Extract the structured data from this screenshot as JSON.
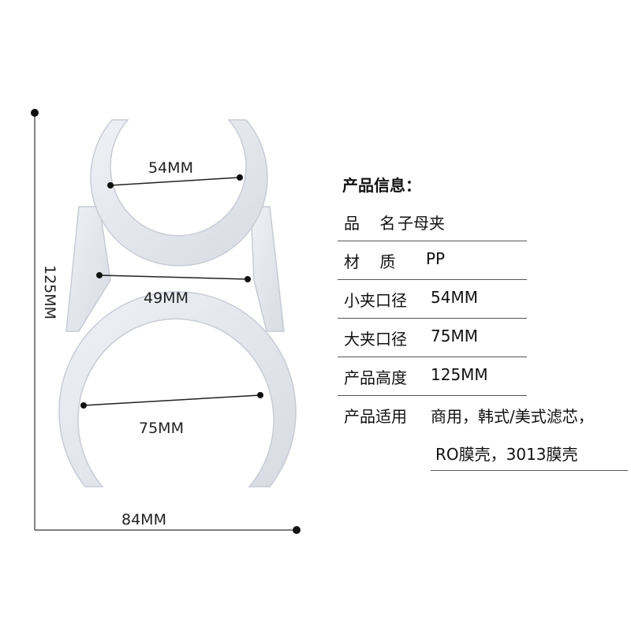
{
  "dimensions": {
    "top_inner": "54MM",
    "middle": "49MM",
    "bottom_inner": "75MM",
    "height": "125MM",
    "width": "84MM"
  },
  "info": {
    "title": "产品信息：",
    "rows": [
      {
        "key": "品    名",
        "value": "子母夹"
      },
      {
        "key": "材    质",
        "value": "PP"
      },
      {
        "key": "小夹口径",
        "value": "54MM"
      },
      {
        "key": "大夹口径",
        "value": "75MM"
      },
      {
        "key": "产品高度",
        "value": "125MM"
      },
      {
        "key": "产品适用",
        "value": "商用，韩式/美式滤芯，"
      }
    ],
    "continuation": "RO膜壳，3013膜壳"
  },
  "colors": {
    "clip_fill": "#e6e8ee",
    "clip_edge": "#c9ccd6",
    "ink": "#222222"
  }
}
